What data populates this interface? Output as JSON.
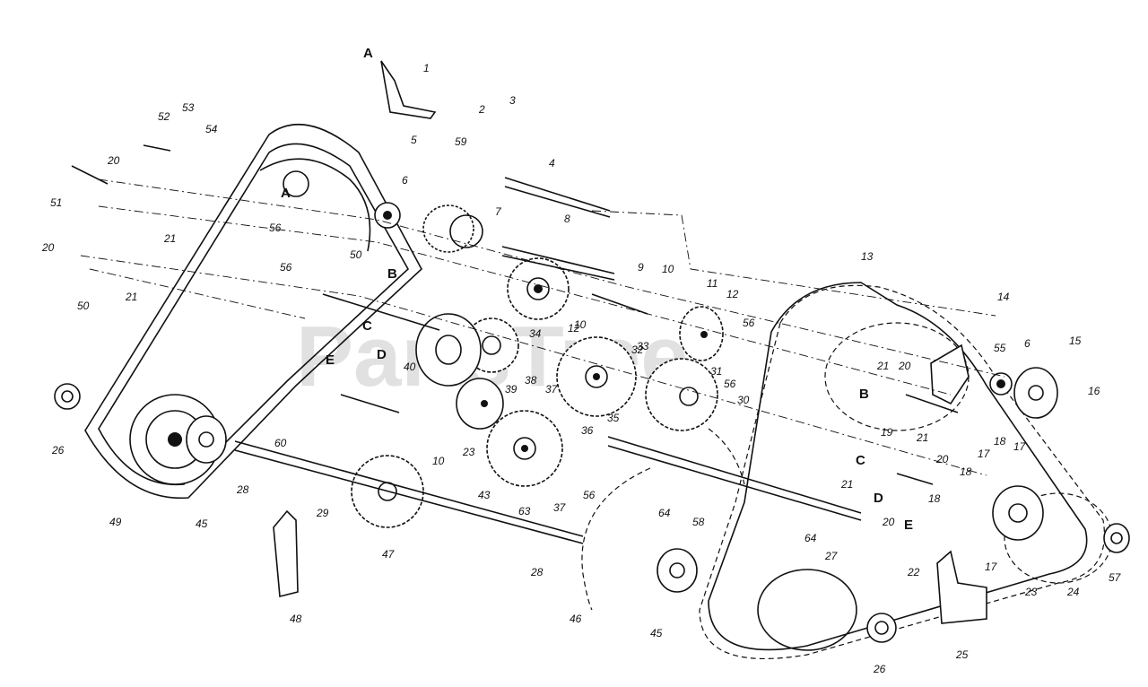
{
  "watermark": "PartsTree",
  "part_numbers": [
    "1",
    "2",
    "3",
    "4",
    "5",
    "59",
    "52",
    "53",
    "54",
    "6",
    "7",
    "8",
    "9",
    "10",
    "11",
    "12",
    "13",
    "14",
    "55",
    "15",
    "16",
    "17",
    "18",
    "19",
    "20",
    "21",
    "22",
    "23",
    "24",
    "25",
    "26",
    "27",
    "28",
    "29",
    "30",
    "31",
    "32",
    "33",
    "34",
    "35",
    "36",
    "37",
    "38",
    "39",
    "40",
    "43",
    "45",
    "46",
    "47",
    "48",
    "49",
    "50",
    "51",
    "56",
    "57",
    "58",
    "60",
    "63",
    "64"
  ],
  "callout_letters": [
    "A",
    "B",
    "C",
    "D",
    "E"
  ],
  "labels": [
    {
      "id": "l1",
      "text": "1"
    },
    {
      "id": "l2",
      "text": "2"
    },
    {
      "id": "l3",
      "text": "3"
    },
    {
      "id": "l4",
      "text": "4"
    },
    {
      "id": "l5",
      "text": "5"
    },
    {
      "id": "l59",
      "text": "59"
    },
    {
      "id": "l52",
      "text": "52"
    },
    {
      "id": "l53",
      "text": "53"
    },
    {
      "id": "l54",
      "text": "54"
    },
    {
      "id": "l6a",
      "text": "6"
    },
    {
      "id": "l7",
      "text": "7"
    },
    {
      "id": "l8",
      "text": "8"
    },
    {
      "id": "l9",
      "text": "9"
    },
    {
      "id": "l10a",
      "text": "10"
    },
    {
      "id": "l11",
      "text": "11"
    },
    {
      "id": "l12a",
      "text": "12"
    },
    {
      "id": "l13",
      "text": "13"
    },
    {
      "id": "l14",
      "text": "14"
    },
    {
      "id": "l55",
      "text": "55"
    },
    {
      "id": "l6b",
      "text": "6"
    },
    {
      "id": "l15",
      "text": "15"
    },
    {
      "id": "l16",
      "text": "16"
    },
    {
      "id": "l20a",
      "text": "20"
    },
    {
      "id": "l51",
      "text": "51"
    },
    {
      "id": "l21a",
      "text": "21"
    },
    {
      "id": "l56a",
      "text": "56"
    },
    {
      "id": "l50a",
      "text": "50"
    },
    {
      "id": "l20b",
      "text": "20"
    },
    {
      "id": "l21b",
      "text": "21"
    },
    {
      "id": "l50b",
      "text": "50"
    },
    {
      "id": "l56b",
      "text": "56"
    },
    {
      "id": "l10b",
      "text": "10"
    },
    {
      "id": "l56c",
      "text": "56"
    },
    {
      "id": "l34",
      "text": "34"
    },
    {
      "id": "l12b",
      "text": "12"
    },
    {
      "id": "l33",
      "text": "33"
    },
    {
      "id": "l32",
      "text": "32"
    },
    {
      "id": "l31",
      "text": "31"
    },
    {
      "id": "l56d",
      "text": "56"
    },
    {
      "id": "l40",
      "text": "40"
    },
    {
      "id": "l39",
      "text": "39"
    },
    {
      "id": "l38",
      "text": "38"
    },
    {
      "id": "l37a",
      "text": "37"
    },
    {
      "id": "l36",
      "text": "36"
    },
    {
      "id": "l35",
      "text": "35"
    },
    {
      "id": "l30",
      "text": "30"
    },
    {
      "id": "l21c",
      "text": "21"
    },
    {
      "id": "l20c",
      "text": "20"
    },
    {
      "id": "l18a",
      "text": "18"
    },
    {
      "id": "l17a",
      "text": "17"
    },
    {
      "id": "l26a",
      "text": "26"
    },
    {
      "id": "l60",
      "text": "60"
    },
    {
      "id": "l10c",
      "text": "10"
    },
    {
      "id": "l23a",
      "text": "23"
    },
    {
      "id": "l21d",
      "text": "21"
    },
    {
      "id": "l20d",
      "text": "20"
    },
    {
      "id": "l19",
      "text": "19"
    },
    {
      "id": "l45a",
      "text": "45"
    },
    {
      "id": "l28a",
      "text": "28"
    },
    {
      "id": "l43",
      "text": "43"
    },
    {
      "id": "l63",
      "text": "63"
    },
    {
      "id": "l37b",
      "text": "37"
    },
    {
      "id": "l56e",
      "text": "56"
    },
    {
      "id": "l64a",
      "text": "64"
    },
    {
      "id": "l58",
      "text": "58"
    },
    {
      "id": "l21e",
      "text": "21"
    },
    {
      "id": "l20e",
      "text": "20"
    },
    {
      "id": "l18b",
      "text": "18"
    },
    {
      "id": "l17b",
      "text": "17"
    },
    {
      "id": "l18c",
      "text": "18"
    },
    {
      "id": "l64b",
      "text": "64"
    },
    {
      "id": "l49",
      "text": "49"
    },
    {
      "id": "l29",
      "text": "29"
    },
    {
      "id": "l47",
      "text": "47"
    },
    {
      "id": "l28b",
      "text": "28"
    },
    {
      "id": "l27",
      "text": "27"
    },
    {
      "id": "l22",
      "text": "22"
    },
    {
      "id": "l17c",
      "text": "17"
    },
    {
      "id": "l23b",
      "text": "23"
    },
    {
      "id": "l24",
      "text": "24"
    },
    {
      "id": "l57",
      "text": "57"
    },
    {
      "id": "l48",
      "text": "48"
    },
    {
      "id": "l46",
      "text": "46"
    },
    {
      "id": "l45b",
      "text": "45"
    },
    {
      "id": "l26b",
      "text": "26"
    },
    {
      "id": "l25",
      "text": "25"
    }
  ],
  "letters": [
    {
      "id": "cA1",
      "text": "A"
    },
    {
      "id": "cA2",
      "text": "A"
    },
    {
      "id": "cB1",
      "text": "B"
    },
    {
      "id": "cB2",
      "text": "B"
    },
    {
      "id": "cC1",
      "text": "C"
    },
    {
      "id": "cC2",
      "text": "C"
    },
    {
      "id": "cD1",
      "text": "D"
    },
    {
      "id": "cD2",
      "text": "D"
    },
    {
      "id": "cE1",
      "text": "E"
    },
    {
      "id": "cE2",
      "text": "E"
    }
  ]
}
